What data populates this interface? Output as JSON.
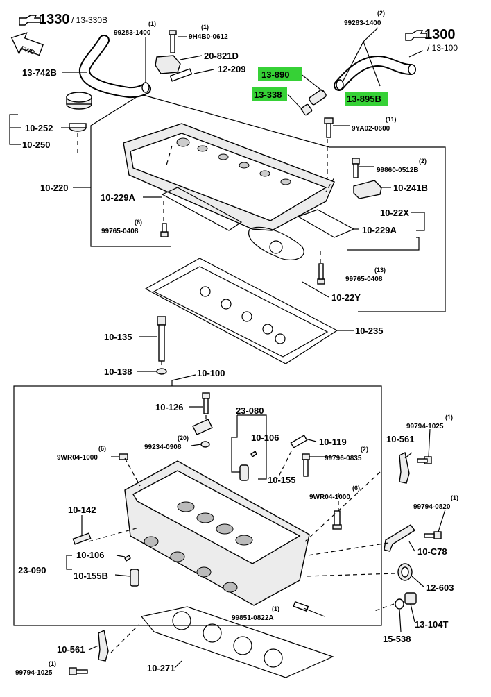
{
  "colors": {
    "highlight": "#36d136",
    "ink": "#000000",
    "background": "#ffffff"
  },
  "icons": {
    "reference_arrow": "pointing-hand-icon",
    "fwd_arrow": "fwd-arrow-icon"
  },
  "refs": {
    "ref_1330": {
      "main": "1330",
      "sub": "/ 13-330B"
    },
    "ref_1300": {
      "main": "1300",
      "sub": "/ 13-100"
    },
    "fwd": "FWD"
  },
  "labels": {
    "l_13_742B": "13-742B",
    "l_10_252": "10-252",
    "l_10_250": "10-250",
    "l_10_220": "10-220",
    "l_10_229A_left": "10-229A",
    "l_20_821D": "20-821D",
    "l_12_209": "12-209",
    "l_13_890": "13-890",
    "l_13_338": "13-338",
    "l_13_895B": "13-895B",
    "l_10_241B": "10-241B",
    "l_10_22X": "10-22X",
    "l_10_229A_right": "10-229A",
    "l_10_22Y": "10-22Y",
    "l_10_135": "10-135",
    "l_10_235": "10-235",
    "l_10_138": "10-138",
    "l_10_100": "10-100",
    "l_10_126": "10-126",
    "l_23_080": "23-080",
    "l_10_106_top": "10-106",
    "l_10_119": "10-119",
    "l_10_155": "10-155",
    "l_10_561_right": "10-561",
    "l_10_142": "10-142",
    "l_23_090": "23-090",
    "l_10_106_left": "10-106",
    "l_10_155B": "10-155B",
    "l_10_C78": "10-C78",
    "l_12_603": "12-603",
    "l_13_104T": "13-104T",
    "l_15_538": "15-538",
    "l_10_561_left": "10-561",
    "l_10_271": "10-271"
  },
  "part_numbers": {
    "p_99283_1400_left": {
      "qty": "(1)",
      "num": "99283-1400"
    },
    "p_9H4B0_0612": {
      "qty": "(1)",
      "num": "9H4B0-0612"
    },
    "p_99283_1400_right": {
      "qty": "(2)",
      "num": "99283-1400"
    },
    "p_9YA02_0600": {
      "qty": "(11)",
      "num": "9YA02-0600"
    },
    "p_99860_0512B": {
      "qty": "(2)",
      "num": "99860-0512B"
    },
    "p_99765_0408_left": {
      "qty": "(6)",
      "num": "99765-0408"
    },
    "p_99765_0408_right": {
      "qty": "(13)",
      "num": "99765-0408"
    },
    "p_99234_0908": {
      "qty": "(20)",
      "num": "99234-0908"
    },
    "p_9WR04_1000_left": {
      "qty": "(6)",
      "num": "9WR04-1000"
    },
    "p_99796_0835": {
      "qty": "(2)",
      "num": "99796-0835"
    },
    "p_9WR04_1000_right": {
      "qty": "(6)",
      "num": "9WR04-1000"
    },
    "p_99794_1025_top": {
      "qty": "(1)",
      "num": "99794-1025"
    },
    "p_99794_0820": {
      "qty": "(1)",
      "num": "99794-0820"
    },
    "p_99851_0822A": {
      "qty": "(1)",
      "num": "99851-0822A"
    },
    "p_99794_1025_bottom": {
      "qty": "(1)",
      "num": "99794-1025"
    }
  }
}
